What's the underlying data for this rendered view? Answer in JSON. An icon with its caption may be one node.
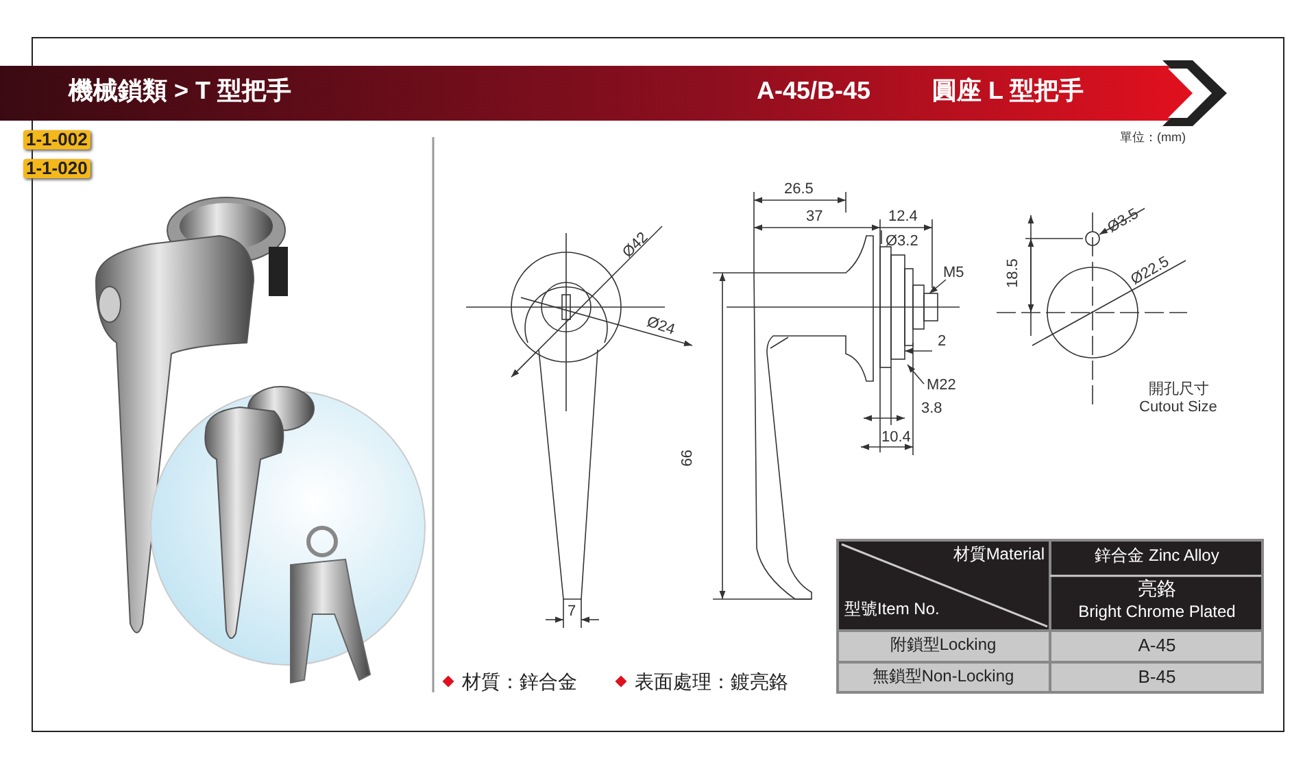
{
  "diagram": {
    "title": "機械鎖類 > T 型把手",
    "labels": [
      "A-45/B-45",
      "圓座 L 型把手",
      "1-1-002",
      "1-1-020",
      "單位：(mm)",
      "Ø42",
      "Ø24",
      "26.5",
      "37",
      "12.4",
      "Ø3.2",
      "M5",
      "2",
      "M22",
      "3.8",
      "10.4",
      "99",
      "7",
      "Ø3.5",
      "18.5",
      "Ø22.5",
      "開孔尺寸",
      "Cutout Size",
      "材質Material",
      "鋅合金 Zinc Alloy",
      "型號Item No.",
      "亮鉻",
      "Bright Chrome Plated",
      "附鎖型Locking",
      "A-45",
      "無鎖型Non-Locking",
      "B-45",
      "材質：鋅合金",
      "表面處理：鍍亮鉻"
    ]
  }
}
